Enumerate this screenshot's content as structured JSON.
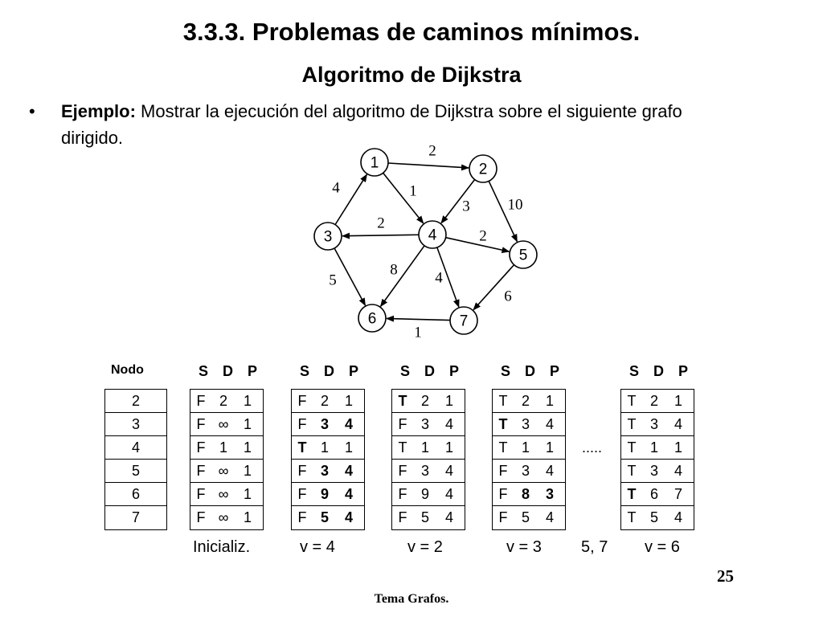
{
  "slide": {
    "title": "3.3.3. Problemas de caminos mínimos.",
    "subtitle": "Algoritmo de Dijkstra",
    "bullet": {
      "marker": "•",
      "strong": "Ejemplo:",
      "text": " Mostrar la ejecución del algoritmo de Dijkstra sobre el siguiente grafo dirigido."
    },
    "page_number": "25",
    "footer": "Tema Grafos."
  },
  "graph": {
    "nodes": [
      "1",
      "2",
      "3",
      "4",
      "5",
      "6",
      "7"
    ],
    "edges": [
      {
        "from": "1",
        "to": "2",
        "weight": "2"
      },
      {
        "from": "1",
        "to": "4",
        "weight": "1"
      },
      {
        "from": "3",
        "to": "1",
        "weight": "4"
      },
      {
        "from": "2",
        "to": "4",
        "weight": "3"
      },
      {
        "from": "2",
        "to": "5",
        "weight": "10"
      },
      {
        "from": "4",
        "to": "3",
        "weight": "2"
      },
      {
        "from": "4",
        "to": "5",
        "weight": "2"
      },
      {
        "from": "4",
        "to": "6",
        "weight": "8"
      },
      {
        "from": "4",
        "to": "7",
        "weight": "4"
      },
      {
        "from": "3",
        "to": "6",
        "weight": "5"
      },
      {
        "from": "5",
        "to": "7",
        "weight": "6"
      },
      {
        "from": "7",
        "to": "6",
        "weight": "1"
      }
    ]
  },
  "tables": {
    "node_header": "Nodo",
    "col_headers": [
      "S",
      "D",
      "P"
    ],
    "nodes": [
      "2",
      "3",
      "4",
      "5",
      "6",
      "7"
    ],
    "steps": [
      {
        "label": "Inicializ.",
        "rows": [
          {
            "s": "F",
            "d": "2",
            "p": "1",
            "bold": []
          },
          {
            "s": "F",
            "d": "∞",
            "p": "1",
            "bold": []
          },
          {
            "s": "F",
            "d": "1",
            "p": "1",
            "bold": []
          },
          {
            "s": "F",
            "d": "∞",
            "p": "1",
            "bold": []
          },
          {
            "s": "F",
            "d": "∞",
            "p": "1",
            "bold": []
          },
          {
            "s": "F",
            "d": "∞",
            "p": "1",
            "bold": []
          }
        ]
      },
      {
        "label": "v = 4",
        "rows": [
          {
            "s": "F",
            "d": "2",
            "p": "1",
            "bold": []
          },
          {
            "s": "F",
            "d": "3",
            "p": "4",
            "bold": [
              "d",
              "p"
            ]
          },
          {
            "s": "T",
            "d": "1",
            "p": "1",
            "bold": [
              "s"
            ]
          },
          {
            "s": "F",
            "d": "3",
            "p": "4",
            "bold": [
              "d",
              "p"
            ]
          },
          {
            "s": "F",
            "d": "9",
            "p": "4",
            "bold": [
              "d",
              "p"
            ]
          },
          {
            "s": "F",
            "d": "5",
            "p": "4",
            "bold": [
              "d",
              "p"
            ]
          }
        ]
      },
      {
        "label": "v = 2",
        "rows": [
          {
            "s": "T",
            "d": "2",
            "p": "1",
            "bold": [
              "s"
            ]
          },
          {
            "s": "F",
            "d": "3",
            "p": "4",
            "bold": []
          },
          {
            "s": "T",
            "d": "1",
            "p": "1",
            "bold": []
          },
          {
            "s": "F",
            "d": "3",
            "p": "4",
            "bold": []
          },
          {
            "s": "F",
            "d": "9",
            "p": "4",
            "bold": []
          },
          {
            "s": "F",
            "d": "5",
            "p": "4",
            "bold": []
          }
        ]
      },
      {
        "label": "v = 3",
        "rows": [
          {
            "s": "T",
            "d": "2",
            "p": "1",
            "bold": []
          },
          {
            "s": "T",
            "d": "3",
            "p": "4",
            "bold": [
              "s"
            ]
          },
          {
            "s": "T",
            "d": "1",
            "p": "1",
            "bold": []
          },
          {
            "s": "F",
            "d": "3",
            "p": "4",
            "bold": []
          },
          {
            "s": "F",
            "d": "8",
            "p": "3",
            "bold": [
              "d",
              "p"
            ]
          },
          {
            "s": "F",
            "d": "5",
            "p": "4",
            "bold": []
          }
        ]
      },
      {
        "label": "v = 6",
        "rows": [
          {
            "s": "T",
            "d": "2",
            "p": "1",
            "bold": []
          },
          {
            "s": "T",
            "d": "3",
            "p": "4",
            "bold": []
          },
          {
            "s": "T",
            "d": "1",
            "p": "1",
            "bold": []
          },
          {
            "s": "T",
            "d": "3",
            "p": "4",
            "bold": []
          },
          {
            "s": "T",
            "d": "6",
            "p": "7",
            "bold": [
              "s"
            ]
          },
          {
            "s": "T",
            "d": "5",
            "p": "4",
            "bold": []
          }
        ]
      }
    ],
    "ellipsis": ".....",
    "middle_label": "5, 7"
  }
}
